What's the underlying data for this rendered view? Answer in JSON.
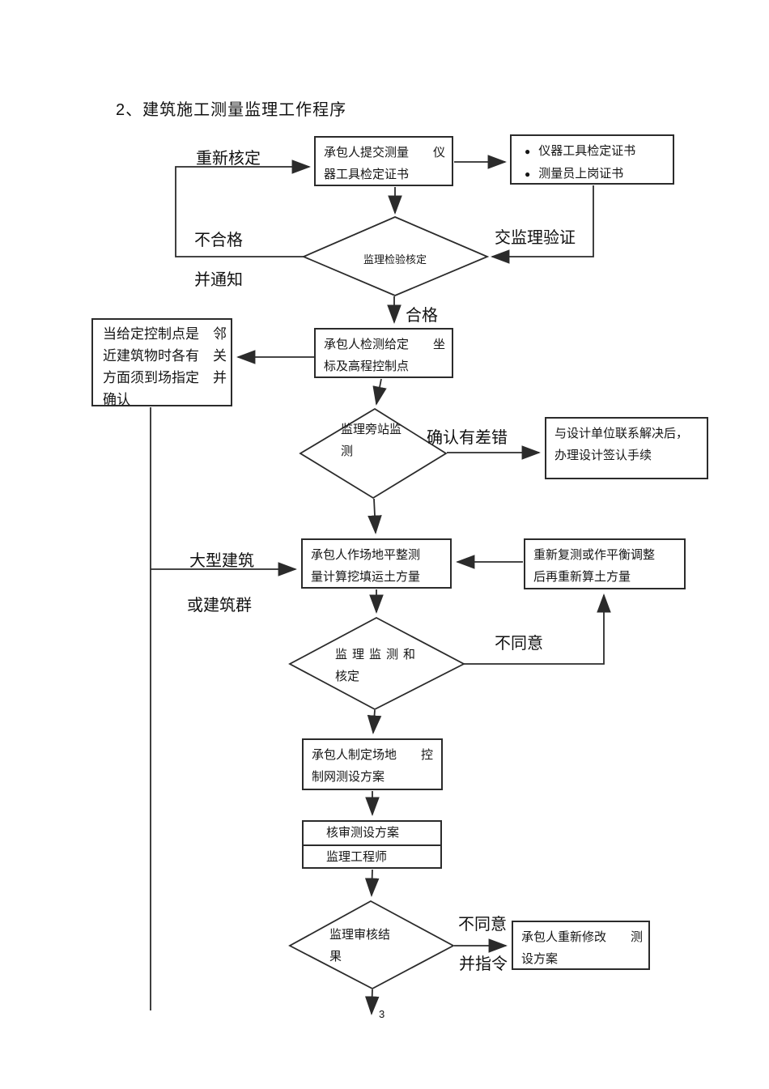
{
  "title": "2、建筑施工测量监理工作程序",
  "page_number": "3",
  "nodes": {
    "submit_box": {
      "lines": [
        "承包人提交测量　　仪",
        "器工具检定证书"
      ]
    },
    "cert_box": {
      "bullet": "●",
      "items": [
        "仪器工具检定证书",
        "测量员上岗证书"
      ]
    },
    "check_diamond": {
      "label": "监理检验核定"
    },
    "note_box": {
      "lines": [
        "当给定控制点是　邻",
        "近建筑物时各有　关",
        "方面须到场指定　并",
        "确认"
      ]
    },
    "detect_box": {
      "lines": [
        "承包人检测给定　　坐",
        "标及高程控制点"
      ]
    },
    "station_diamond": {
      "lines": [
        "监理旁站监",
        "测"
      ]
    },
    "design_box": {
      "lines": [
        "与设计单位联系解决后，",
        "办理设计签认手续"
      ]
    },
    "level_box": {
      "lines": [
        "承包人作场地平整测",
        "量计算挖填运土方量"
      ]
    },
    "remeasure_box": {
      "lines": [
        "重新复测或作平衡调整",
        "后再重新算土方量"
      ]
    },
    "monitor_diamond": {
      "lines": [
        "监理监测和",
        "核定"
      ]
    },
    "plan_box": {
      "lines": [
        "承包人制定场地　　控",
        "制网测设方案"
      ]
    },
    "review_box": {
      "row1": "核审测设方案",
      "row2": "监理工程师"
    },
    "result_diamond": {
      "lines": [
        "监理审核结",
        "果"
      ]
    },
    "revise_box": {
      "lines": [
        "承包人重新修改　　测",
        "设方案"
      ]
    }
  },
  "labels": {
    "recheck": "重新核定",
    "unqualified": "不合格",
    "and_notify": "并通知",
    "to_supervisor": "交监理验证",
    "qualified": "合格",
    "error_confirmed": "确认有差错",
    "large_building": "大型建筑",
    "or_building_group": "或建筑群",
    "disagree_mid": "不同意",
    "disagree_bottom": "不同意",
    "and_instruct": "并指令"
  }
}
